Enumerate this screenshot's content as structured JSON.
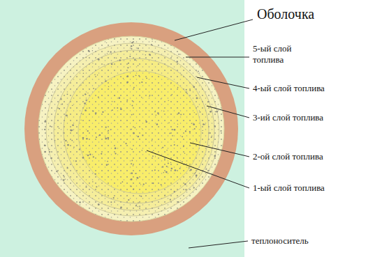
{
  "diagram": {
    "labels": [
      "Оболочка",
      "5-ый слой топлива",
      "4-ый слой топлива",
      "3-ий слой топлива",
      "2-ой слой топлива",
      "1-ый слой топлива",
      "теплоноситель"
    ]
  }
}
